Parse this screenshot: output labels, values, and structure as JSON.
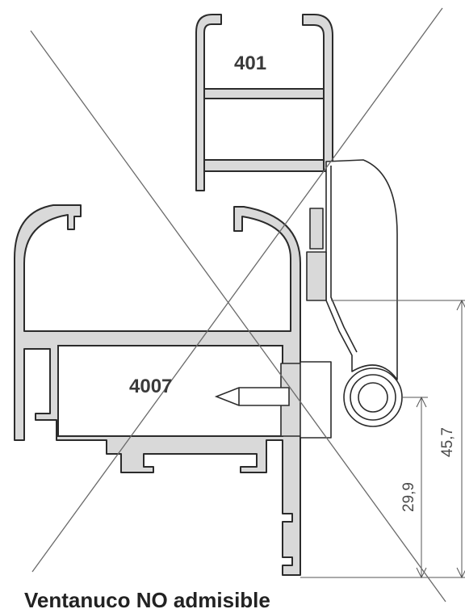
{
  "drawing": {
    "profile_top_label": "401",
    "profile_main_label": "4007",
    "dimension_large": "45,7",
    "dimension_small": "29,9"
  },
  "caption": "Ventanuco NO admisible",
  "colors": {
    "profile_fill": "#d9d9d9",
    "profile_stroke": "#2b2b2b",
    "line": "#555555"
  }
}
